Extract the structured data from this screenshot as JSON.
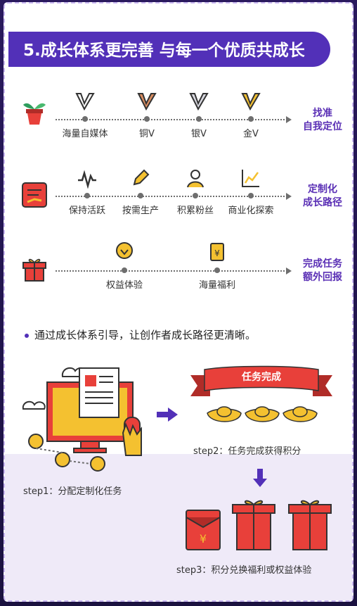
{
  "header": {
    "title": "5.成长体系更完善  与每一个优质共成长"
  },
  "rows": [
    {
      "icon": "sprout-pot-icon",
      "stages": [
        "海量自媒体",
        "铜V",
        "银V",
        "金V"
      ],
      "goal_line1": "找准",
      "goal_line2": "自我定位"
    },
    {
      "icon": "notebook-icon",
      "stages": [
        "保持活跃",
        "按需生产",
        "积累粉丝",
        "商业化探索"
      ],
      "goal_line1": "定制化",
      "goal_line2": "成长路径"
    },
    {
      "icon": "gift-icon",
      "stages": [
        "权益体验",
        "海量福利"
      ],
      "goal_line1": "完成任务",
      "goal_line2": "额外回报"
    }
  ],
  "bullet": "通过成长体系引导，让创作者成长路径更清晰。",
  "steps": {
    "banner": "任务完成",
    "step1": "step1：分配定制化任务",
    "step2": "step2：任务完成获得积分",
    "step3": "step3：积分兑换福利或权益体验"
  },
  "colors": {
    "purple": "#5230b8",
    "red": "#e8403a",
    "gold": "#f4c130"
  }
}
